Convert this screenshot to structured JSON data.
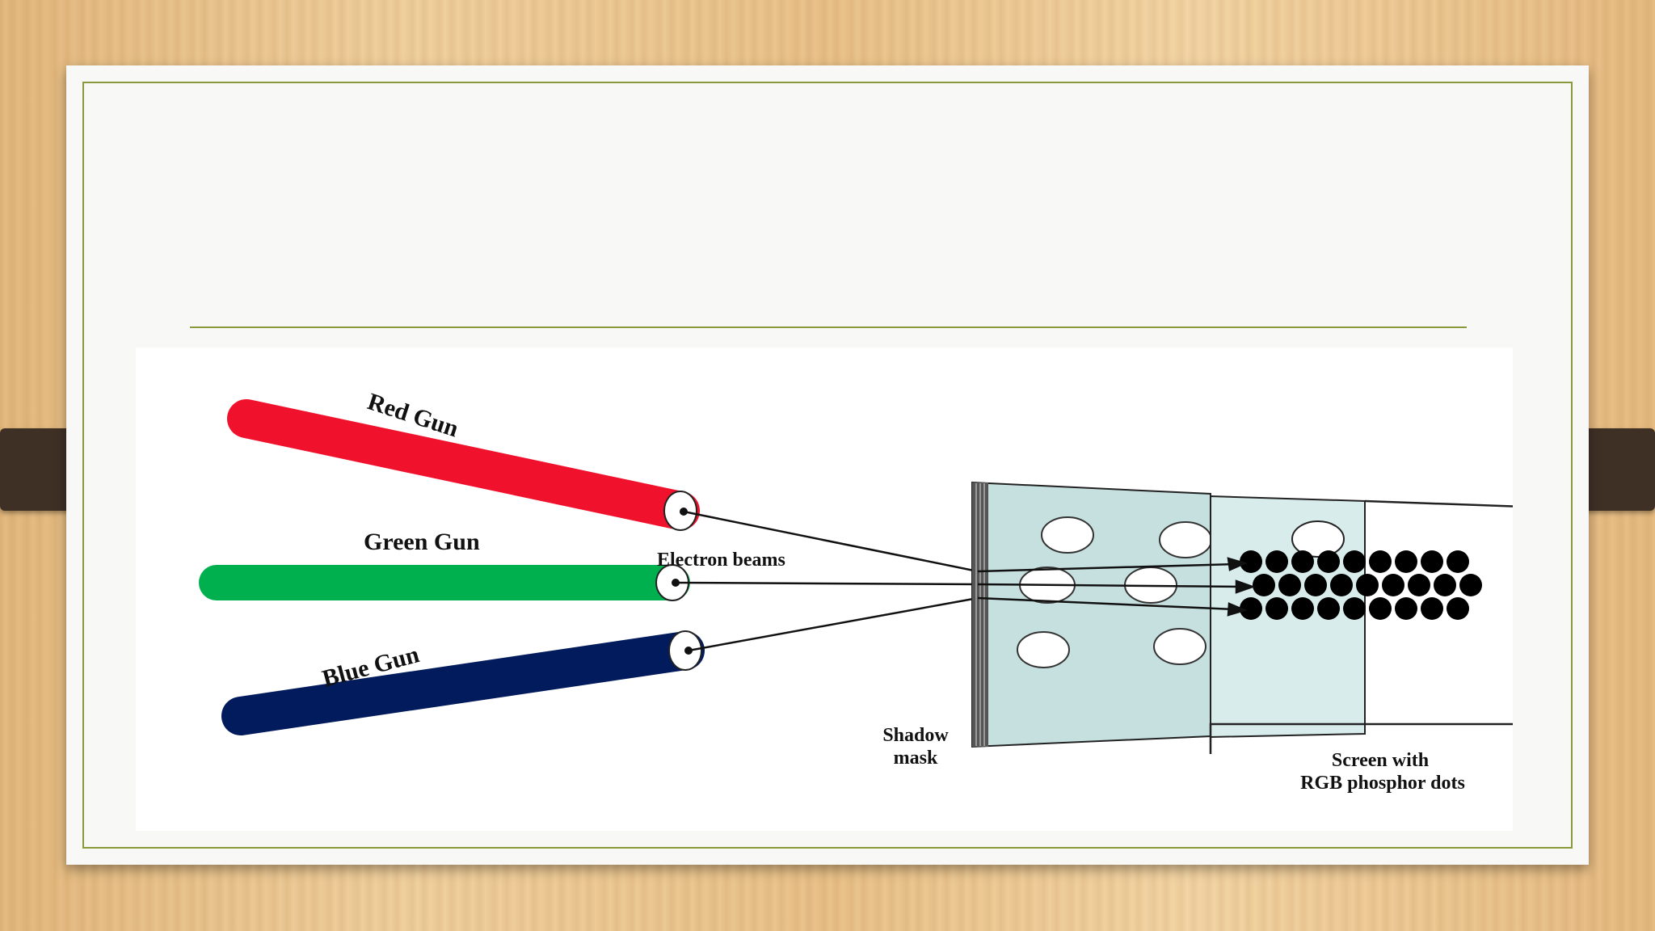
{
  "diagram": {
    "labels": {
      "red_gun": "Red Gun",
      "green_gun": "Green Gun",
      "blue_gun": "Blue Gun",
      "electron_beams": "Electron beams",
      "shadow_mask_line1": "Shadow",
      "shadow_mask_line2": "mask",
      "screen_line1": "Screen with",
      "screen_line2": "RGB phosphor dots"
    },
    "colors": {
      "red_gun": "#f0112c",
      "green_gun": "#00b04f",
      "blue_gun": "#021b5c",
      "shadow_mask": "#c6e0e0",
      "screen": "#d9ecec"
    }
  }
}
